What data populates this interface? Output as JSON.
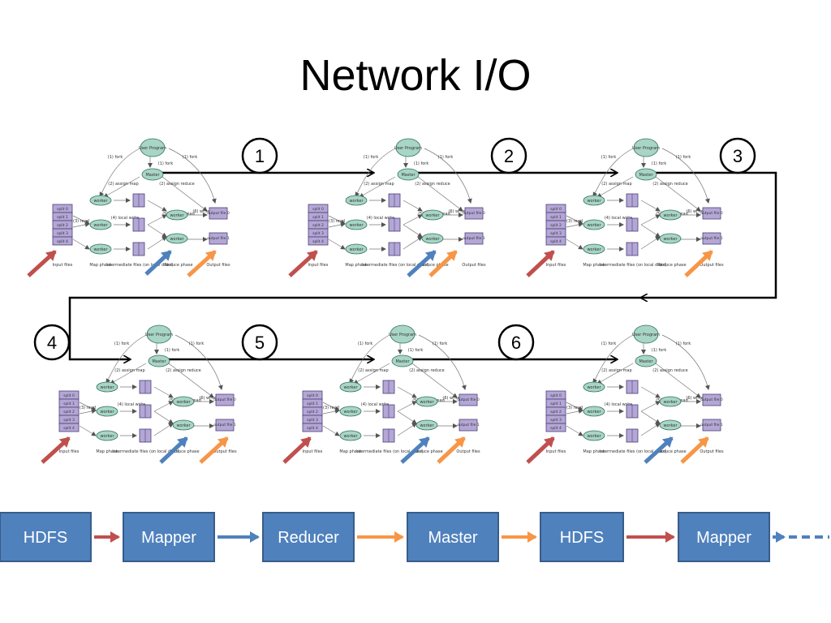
{
  "title": "Network I/O",
  "colors": {
    "hdfs_arrow": "#c0504d",
    "mapper_arrow": "#4f81bd",
    "reducer_arrow": "#f79646",
    "box_fill": "#4f81bd",
    "box_stroke": "#385d8a",
    "worker_fill": "#a8d5c5",
    "split_fill": "#b4a7d6"
  },
  "steps": [
    "1",
    "2",
    "3",
    "4",
    "5",
    "6"
  ],
  "diagram_labels": {
    "user_program": "User Program",
    "master": "Master",
    "worker": "worker",
    "fork": "(1) fork",
    "assign_map": "(2) assign map",
    "assign_reduce": "(2) assign reduce",
    "read": "(3) read",
    "local_write": "(4) local write",
    "remote_read": "(5) remote read",
    "write": "(6) write",
    "splits": [
      "split 0",
      "split 1",
      "split 2",
      "split 3",
      "split 4"
    ],
    "output_files": [
      "output file 0",
      "output file 1"
    ],
    "phases": [
      "Input files",
      "Map phase",
      "Intermediate files (on local disks)",
      "Reduce phase",
      "Output files"
    ]
  },
  "chain": {
    "nodes": [
      "HDFS",
      "Mapper",
      "Reducer",
      "Master",
      "HDFS",
      "Mapper"
    ],
    "arrow_colors": [
      "hdfs",
      "mapper",
      "reducer",
      "reducer",
      "hdfs",
      "mapper"
    ]
  }
}
